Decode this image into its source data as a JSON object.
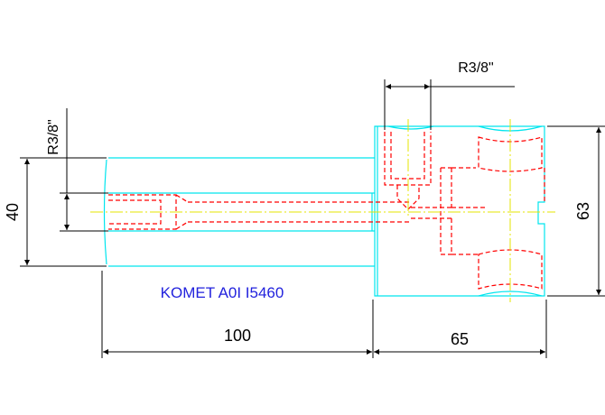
{
  "colors": {
    "outline": "#00e5ee",
    "hidden": "#ff0000",
    "centerline": "#e5e500",
    "dimension": "#000000",
    "label": "#0000ff",
    "background": "#ffffff"
  },
  "labels": {
    "part_label": "KOMET A0I I5460",
    "dim_100": "100",
    "dim_65": "65",
    "dim_63": "63",
    "dim_40": "40",
    "thread_left": "R3/8\"",
    "thread_top": "R3/8\""
  }
}
